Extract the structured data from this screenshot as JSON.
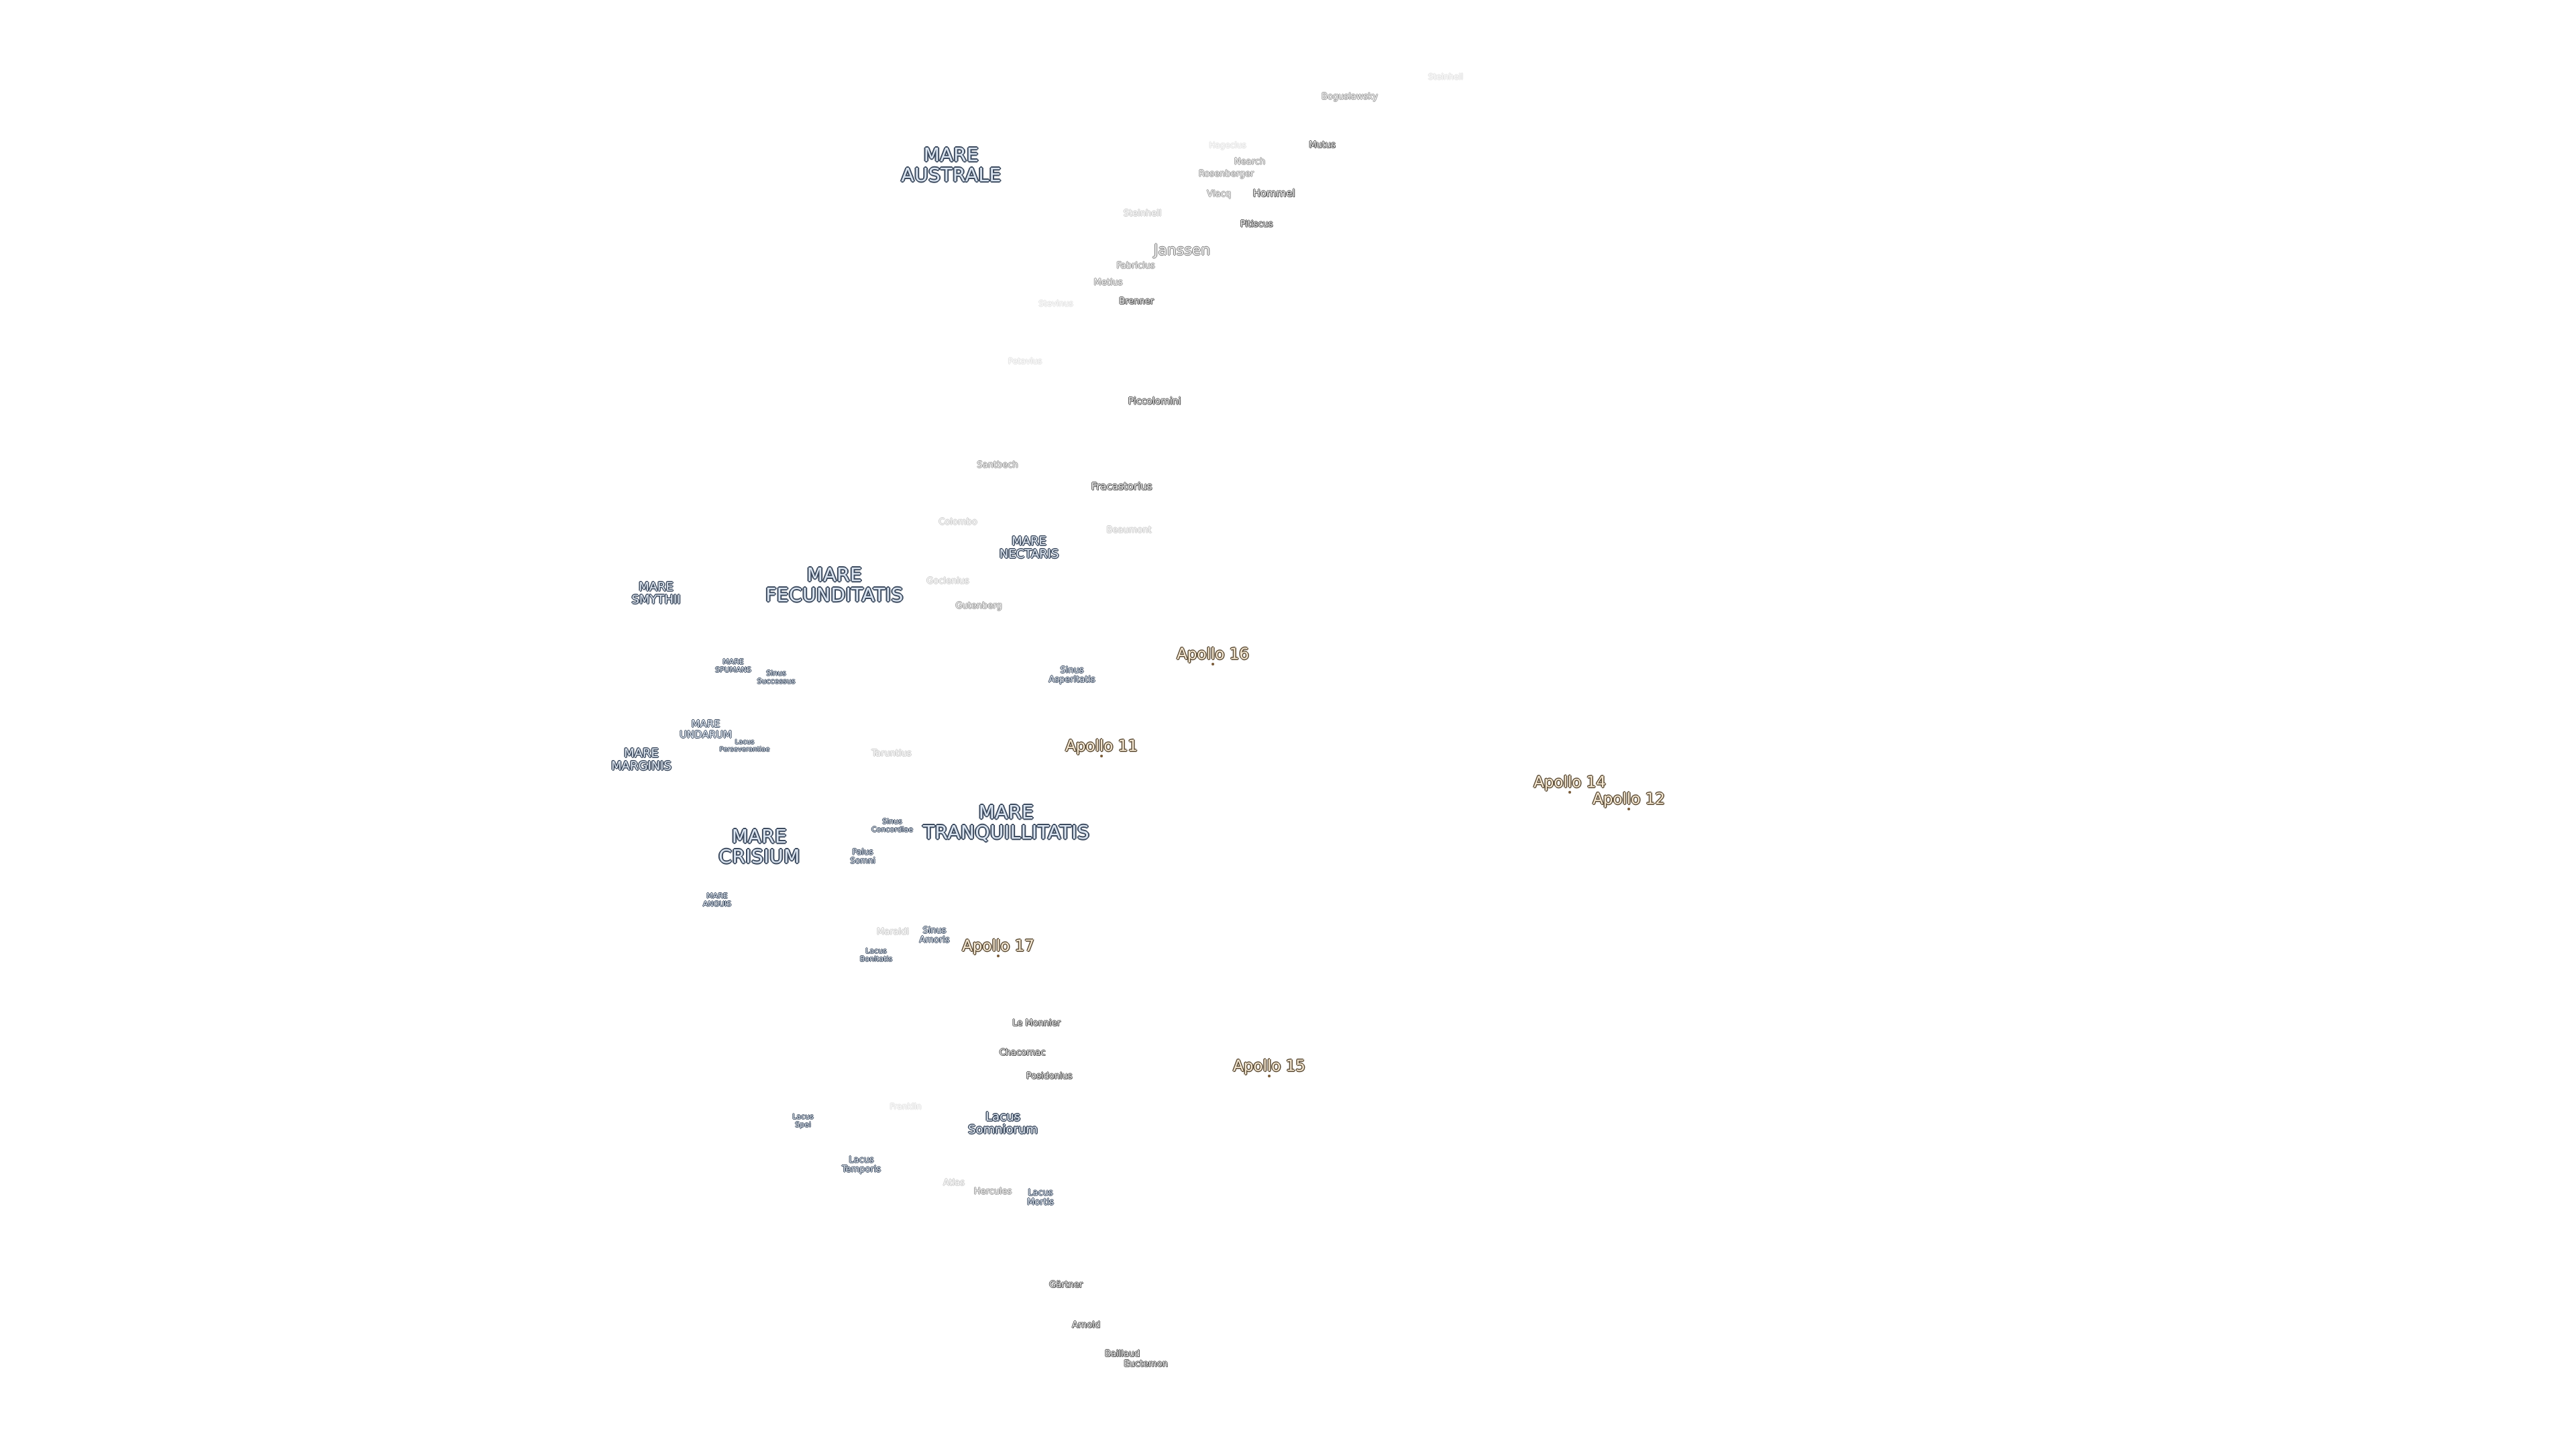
{
  "map": {
    "maria": {
      "mare_australe": [
        "MARE",
        "AUSTRALE"
      ],
      "mare_fecunditatis": [
        "MARE",
        "FECUNDITATIS"
      ],
      "mare_smythii": [
        "MARE",
        "SMYTHII"
      ],
      "mare_nectaris": [
        "MARE",
        "NECTARIS"
      ],
      "mare_tranquillitatis": [
        "MARE",
        "TRANQUILLITATIS"
      ],
      "mare_crisium": [
        "MARE",
        "CRISIUM"
      ],
      "mare_marginis": [
        "MARE",
        "MARGINIS"
      ],
      "mare_undarum": [
        "MARE",
        "UNDARUM"
      ],
      "mare_spumans": [
        "MARE",
        "SPUMANS"
      ],
      "mare_anguis": [
        "MARE",
        "ANGUIS"
      ],
      "sinus_successus": [
        "Sinus",
        "Successus"
      ],
      "lacus_perseverantiae": [
        "Lacus",
        "Perseverantiae"
      ],
      "sinus_asperitatis": [
        "Sinus",
        "Asperitatis"
      ],
      "sinus_concordiae": [
        "Sinus",
        "Concordiae"
      ],
      "palus_somni": [
        "Palus",
        "Somni"
      ],
      "sinus_amoris": [
        "Sinus",
        "Amoris"
      ],
      "lacus_bonitatis": [
        "Lacus",
        "Bonitatis"
      ],
      "lacus_somniorum": [
        "Lacus",
        "Somniorum"
      ],
      "lacus_spei": [
        "Lacus",
        "Spei"
      ],
      "lacus_temporis": [
        "Lacus",
        "Temporis"
      ],
      "lacus_mortis": [
        "Lacus",
        "Mortis"
      ]
    },
    "craters": {
      "steinheil_top": "Steinheil",
      "boguslawsky": "Boguslawsky",
      "hagecius": "Hagecius",
      "nearch": "Nearch",
      "mutus": "Mutus",
      "rosenberger": "Rosenberger",
      "vlacq": "Vlacq",
      "hommel": "Hommel",
      "steinheil": "Steinheil",
      "pitiscus": "Pitiscus",
      "janssen": "Janssen",
      "fabricius": "Fabricius",
      "metius": "Metius",
      "stevinus": "Stevinus",
      "brenner": "Brenner",
      "petavius": "Petavius",
      "piccolomini": "Piccolomini",
      "santbech": "Santbech",
      "fracastorius": "Fracastorius",
      "colombo": "Colombo",
      "beaumont": "Beaumont",
      "goclenius": "Goclenius",
      "gutenberg": "Gutenberg",
      "taruntius": "Taruntius",
      "maraldi": "Maraldi",
      "le_monnier": "Le Monnier",
      "chacornac": "Chacornac",
      "posidonius": "Posidonius",
      "franklin": "Franklin",
      "atlas": "Atlas",
      "hercules": "Hercules",
      "gartner": "Gärtner",
      "arnold": "Arnold",
      "baillaud": "Baillaud",
      "euctemon": "Euctemon"
    },
    "landing_sites": {
      "apollo_16": "Apollo 16",
      "apollo_11": "Apollo 11",
      "apollo_14": "Apollo 14",
      "apollo_12": "Apollo 12",
      "apollo_17": "Apollo 17",
      "apollo_15": "Apollo 15"
    },
    "colors": {
      "background": "#ffffff",
      "mare_label_fill": "#dce6f2",
      "mare_label_outline": "#3c4a5e",
      "apollo_label_fill": "#f7ead4",
      "apollo_label_outline": "#5a4a34"
    }
  }
}
